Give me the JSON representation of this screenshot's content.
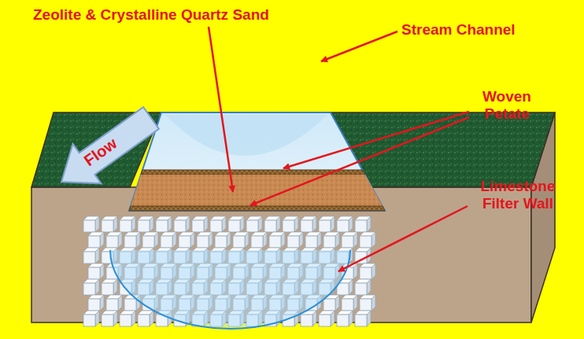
{
  "diagram": {
    "labels": [
      "Zeolite & Crystalline Quartz Sand",
      "Stream Channel",
      "Woven Petate",
      "Limestone Filter Wall",
      "Flow"
    ]
  }
}
